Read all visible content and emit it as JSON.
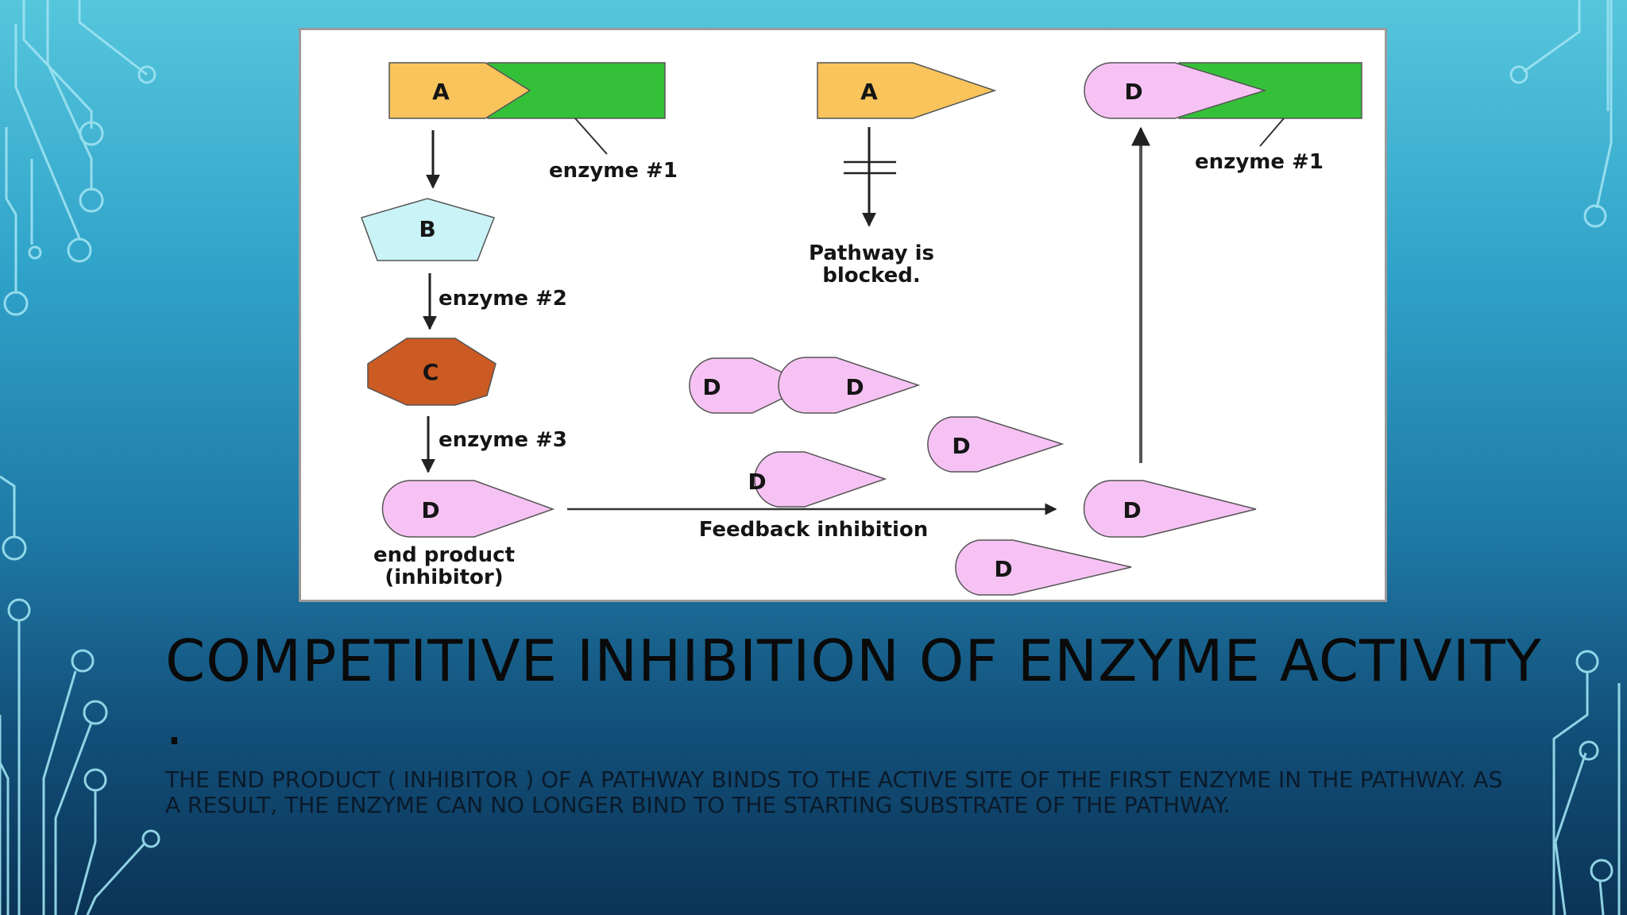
{
  "slide": {
    "title": "COMPETITIVE INHIBITION OF ENZYME ACTIVITY .",
    "body": "THE END PRODUCT ( INHIBITOR ) OF A PATHWAY BINDS TO THE ACTIVE SITE OF THE FIRST ENZYME IN THE PATHWAY. AS A RESULT, THE ENZYME CAN NO LONGER BIND TO THE STARTING SUBSTRATE OF THE PATHWAY."
  },
  "diagram": {
    "substrate_a": "A",
    "intermediate_b": "B",
    "intermediate_c": "C",
    "product_d": "D",
    "enzyme1_label": "enzyme #1",
    "enzyme2_label": "enzyme #2",
    "enzyme3_label": "enzyme #3",
    "end_product_label": "end product",
    "inhibitor_label": "(inhibitor)",
    "blocked_line1": "Pathway is",
    "blocked_line2": "blocked.",
    "feedback_label": "Feedback inhibition",
    "colors": {
      "substrate": "#f9c45c",
      "enzyme": "#35c03a",
      "b_shape": "#c9f3f6",
      "c_shape": "#cc5a23",
      "d_shape": "#f6c2f3"
    }
  }
}
